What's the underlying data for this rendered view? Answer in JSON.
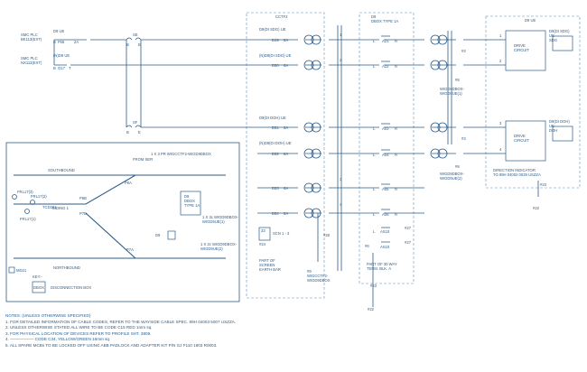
{
  "left_labels": {
    "bk_source": "SMC PLC\nBK113(EXT)",
    "nx_source": "SMC PLC\nNX113(EXT)",
    "d9_ue": "D9 UE",
    "n_d9_ue": "(N)D9 UE",
    "f55": "F55",
    "a2": "2A",
    "b": "B",
    "t": "T",
    "o17": "O17",
    "se": "SE",
    "b2": "B",
    "e": "E",
    "sf": "SF",
    "b3": "B",
    "e2": "E"
  },
  "cctf2": {
    "title": "CCTF2",
    "d9_sdg_ue": "D9(DI SDG) UE",
    "n_d9_sdg_ue": "(N)D9(DI SDG) UE",
    "d9_doh_ue": "D9(DI DOH) UE",
    "n_d9_doh_ue": "(N)D9(DI DOH) UE",
    "d49": "D49",
    "d50": "D50",
    "d51": "D51",
    "d52": "D52",
    "d53": "D53",
    "d54": "D54",
    "a6": "6A",
    "part_of_screen": "PART OF\nSCREEN\nEARTH BAR",
    "scn": "SCN 1 - 3",
    "n33": "33",
    "n24": "#24",
    "n28": "#28",
    "n1": "1",
    "n2": "2",
    "n3": "3",
    "n4": "4",
    "wigd": "#9\nWIGCCTF2-\nWIGD9DBOX"
  },
  "d9box": {
    "title": "D9\nDBOX TYPE 1A",
    "a21": "A21",
    "a22": "A22",
    "a03": "A03",
    "a04": "A04",
    "a05": "A05",
    "a06": "A06",
    "as10": "AS10",
    "as10b": "AS10",
    "l": "L",
    "r": "R",
    "n27": "#27",
    "n27b": "#27",
    "n6": "#6",
    "n23": "#23",
    "n22": "#22",
    "part_of_30": "PART OF 30 WAY\nTERM. BLK. A"
  },
  "right": {
    "d9_ue": "D9 UE",
    "drive": "DRIVE\nCIRCUIT",
    "drive2": "DRIVE\nCIRCUIT",
    "sdg_label": "D9(DI SDG)\nUE\nSDG",
    "doh_label": "D9(DI DOH)\nUE\nDOH",
    "n3": "#3",
    "n3b": "#3",
    "n8": "#8",
    "n8b": "#8",
    "wigbox1": "WIGD9DBOX-\nWIGD9UE(1)",
    "wigbox2": "WIGD9DBOX-\nWIGD9UE(2)",
    "direction": "DIRECTION INDICATOR\nTO 89H 04002 0029 USZZA",
    "n23": "#23",
    "n22": "#22",
    "p1": "1",
    "p2": "2",
    "p3": "3",
    "p4": "4"
  },
  "track": {
    "southbound": "SOUTHBOUND",
    "northbound": "NORTHBOUND",
    "from_ser": "FROM SER",
    "cable_note": "1 X 3 PR WIGCCTF2-WIGD9DBOX",
    "p6a": "P6A",
    "p6b": "P6B",
    "p7b": "P7B",
    "p7a": "P7A",
    "siding": "SIDING 1",
    "frl17_3": "FRL17(3)",
    "frl17_2": "FRL17(2)",
    "frl17_1": "FRL17(1)",
    "tcd201": "TCD201",
    "d9_dbox": "D9\nDBOX\nTYPE 1A",
    "c1": "1 X 3c WIGD9DBOX-\nWIGD9UE(1)",
    "c2": "1 X 2c WIGD9DBOX-\nWIGD9UE(2)",
    "d9": "D9",
    "md21": "MD21",
    "key": "KEY:-",
    "dbox": "DBOX",
    "disc": "DISCONNECTION BOX"
  },
  "notes": [
    "NOTES: (UNLESS OTHERWISE SPECIFIED)",
    "1. FOR DETAILED INFORMATION OF CABLE CODES, REFER TO THE WAYSIDE CABLE SPEC. 89H 04003 5007 USZZA.",
    "2. UNLESS OTHERWISE STATED ALL WIRE TO BE CODE C15 RED 1mm sq.",
    "3. FOR PHYSICAL LOCATION OF DEVICES REFER TO PROFILE SHT. 3809.",
    "4. ——◦—◦—— CODE C34, YELLOW/GREEN 16mm sq.",
    "5. ALL SPARE MCBs TO BE LOCKED OFF USING ABB PADLOCK AND ADAPTER KIT P/N GJ F110 1903 R0003."
  ]
}
